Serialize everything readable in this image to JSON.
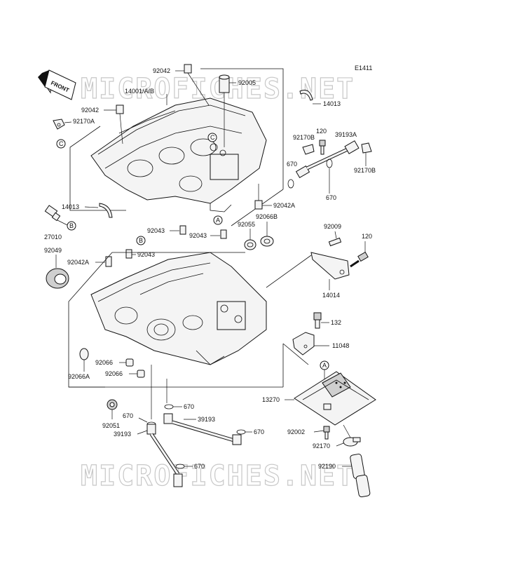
{
  "diagram_code": "E1411",
  "front_label": "FRONT",
  "watermark": "MICROFICHES.NET",
  "callouts": [
    "A",
    "B",
    "C"
  ],
  "parts": {
    "p92042": "92042",
    "p14001": "14001/A/B",
    "p92005": "92005",
    "p92042b": "92042",
    "p92170A": "92170A",
    "p14013a": "14013",
    "p14013b": "14013",
    "p92170B_a": "92170B",
    "p120a": "120",
    "p39193A": "39193A",
    "p670a": "670",
    "p92170B_b": "92170B",
    "p670b": "670",
    "p92042A_a": "92042A",
    "p92066B": "92066B",
    "p92055": "92055",
    "p27010": "27010",
    "p92043a": "92043",
    "p92043b": "92043",
    "p92043c": "92043",
    "p92049": "92049",
    "p92042A_b": "92042A",
    "p92009": "92009",
    "p120b": "120",
    "p14014": "14014",
    "p132": "132",
    "p11048": "11048",
    "p92066": "92066",
    "p92066A": "92066A",
    "p92066c": "92066",
    "p13270": "13270",
    "p670c": "670",
    "p670d": "670",
    "p39193a": "39193",
    "p39193b": "39193",
    "p670e": "670",
    "p92051": "92051",
    "p92002": "92002",
    "p92170": "92170",
    "p670f": "670",
    "p92190": "92190"
  }
}
